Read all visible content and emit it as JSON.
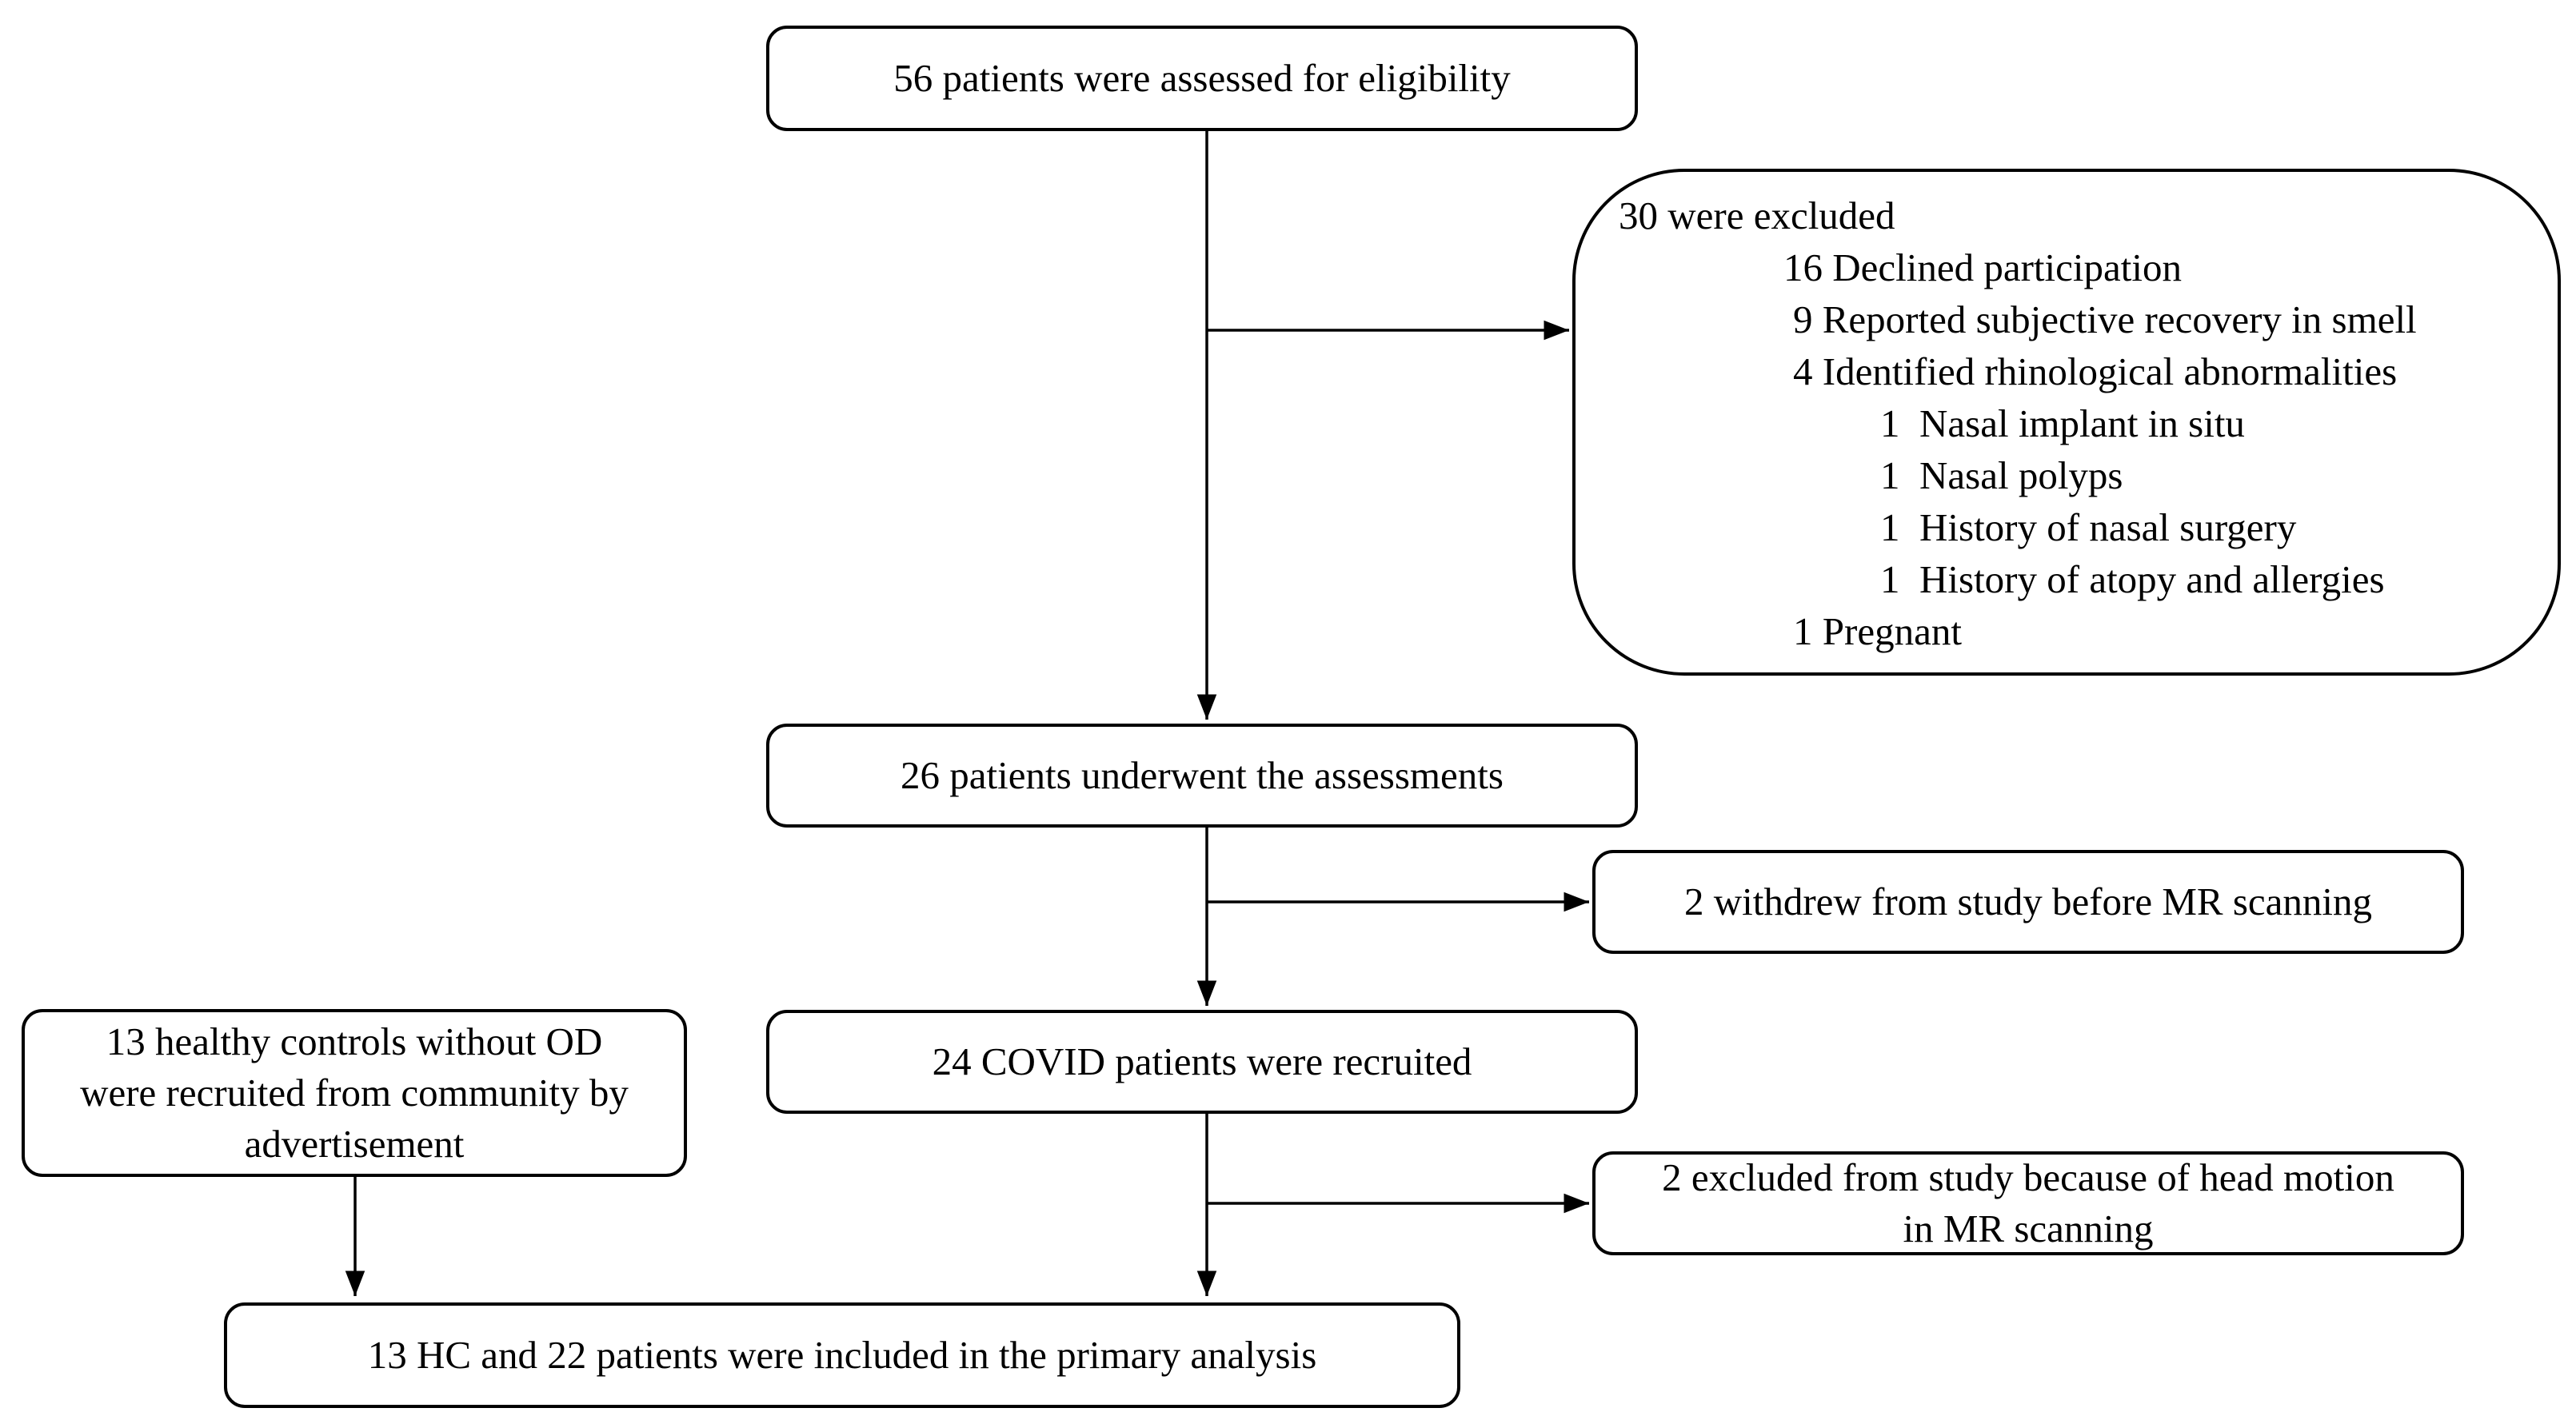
{
  "flowchart": {
    "assessed": "56 patients were assessed for eligibility",
    "excluded": {
      "heading": "30 were excluded",
      "declined": "16 Declined participation",
      "recovered": "9 Reported subjective recovery in smell",
      "rhinological": "4 Identified rhinological abnormalities",
      "implant": "1  Nasal implant in situ",
      "polyps": "1  Nasal polyps",
      "surgery": "1  History of nasal surgery",
      "atopy": "1  History of atopy and allergies",
      "pregnant": "1 Pregnant"
    },
    "underwent": "26 patients underwent the assessments",
    "withdrew": "2 withdrew from study before MR scanning",
    "recruited": "24 COVID patients were recruited",
    "head_motion": [
      "2 excluded from study because of head motion",
      "in MR scanning"
    ],
    "controls": [
      "13 healthy controls without OD",
      "were recruited from community by",
      "advertisement"
    ],
    "final": "13 HC and 22 patients were included in the primary analysis"
  }
}
